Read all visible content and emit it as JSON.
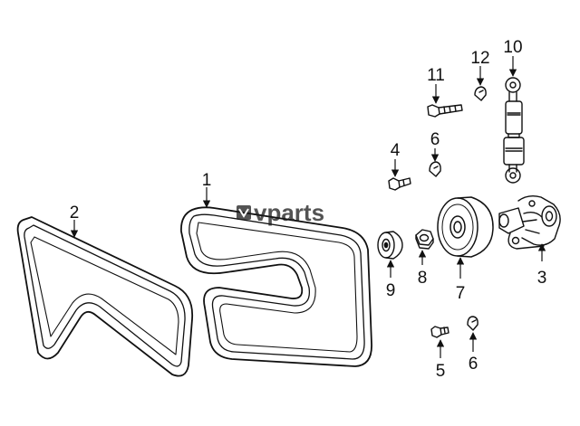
{
  "diagram": {
    "callouts": [
      {
        "id": "c1",
        "label": "1"
      },
      {
        "id": "c2",
        "label": "2"
      },
      {
        "id": "c3",
        "label": "3"
      },
      {
        "id": "c4",
        "label": "4"
      },
      {
        "id": "c5",
        "label": "5"
      },
      {
        "id": "c6a",
        "label": "6"
      },
      {
        "id": "c6b",
        "label": "6"
      },
      {
        "id": "c7",
        "label": "7"
      },
      {
        "id": "c8",
        "label": "8"
      },
      {
        "id": "c9",
        "label": "9"
      },
      {
        "id": "c10",
        "label": "10"
      },
      {
        "id": "c11",
        "label": "11"
      },
      {
        "id": "c12",
        "label": "12"
      }
    ],
    "watermark": "vparts",
    "colors": {
      "line": "#111111",
      "background": "#ffffff",
      "watermark": "#1a1a1a"
    }
  }
}
